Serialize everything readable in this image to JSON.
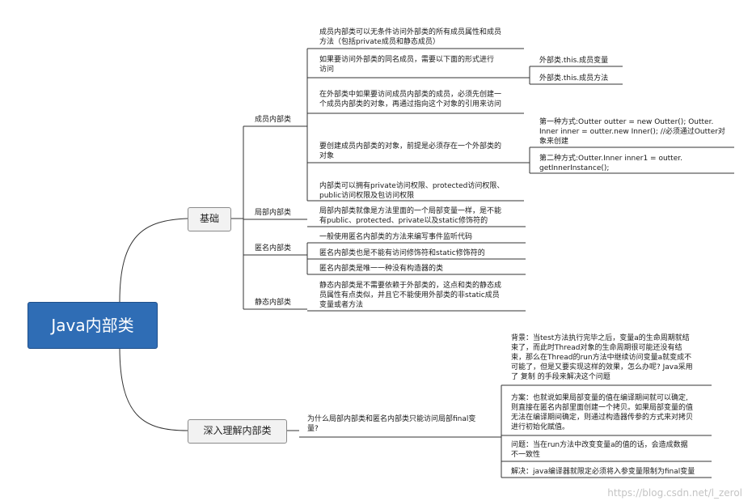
{
  "root": {
    "label": "Java内部类"
  },
  "basics": {
    "label": "基础",
    "member_inner": {
      "label": "成员内部类",
      "n1": [
        "成员内部类可以无条件访问外部类的所有成员属性和成员",
        "方法（包括private成员和静态成员）"
      ],
      "n2": [
        "如果要访问外部类的同名成员，需要以下面的形式进行",
        "访问"
      ],
      "n2a": "外部类.this.成员变量",
      "n2b": "外部类.this.成员方法",
      "n3": [
        "在外部类中如果要访问成员内部类的成员，必须先创建一",
        "个成员内部类的对象，再通过指向这个对象的引用来访问"
      ],
      "n4": [
        "要创建成员内部类的对象，前提是必须存在一个外部类的",
        "对象"
      ],
      "n4a": [
        "第一种方式:Outter outter = new Outter(); Outter.",
        "Inner inner = outter.new Inner();  //必须通过Outter对",
        "象来创建"
      ],
      "n4b": [
        "第二种方式:Outter.Inner inner1 = outter.",
        "getInnerInstance();"
      ],
      "n5": [
        "内部类可以拥有private访问权限、protected访问权限、",
        "public访问权限及包访问权限"
      ]
    },
    "local_inner": {
      "label": "局部内部类",
      "n1": [
        "局部内部类就像是方法里面的一个局部变量一样，是不能",
        "有public、protected、private以及static修饰符的"
      ]
    },
    "anon_inner": {
      "label": "匿名内部类",
      "n1": "一般使用匿名内部类的方法来编写事件监听代码",
      "n2": "匿名内部类也是不能有访问修饰符和static修饰符的",
      "n3": "匿名内部类是唯一一种没有构造器的类"
    },
    "static_inner": {
      "label": "静态内部类",
      "n1": [
        "静态内部类是不需要依赖于外部类的，这点和类的静态成",
        "员属性有点类似，并且它不能使用外部类的非static成员",
        "变量或者方法"
      ]
    }
  },
  "deep": {
    "label": "深入理解内部类",
    "question": [
      "为什么局部内部类和匿名内部类只能访问局部final变",
      "量?"
    ],
    "background": [
      "背景：当test方法执行完毕之后，变量a的生命周期就结",
      "束了，而此时Thread对象的生命周期很可能还没有结",
      "束，那么在Thread的run方法中继续访问变量a就变成不",
      "可能了，但是又要实现这样的效果，怎么办呢? Java采用",
      "了 复制  的手段来解决这个问题"
    ],
    "solution": [
      "方案：也就说如果局部变量的值在编译期间就可以确定,",
      "则直接在匿名内部里面创建一个拷贝。如果局部变量的值",
      "无法在编译期间确定，则通过构造器传参的方式来对拷贝",
      "进行初始化赋值。"
    ],
    "problem": [
      "问题：当在run方法中改变变量a的值的话，会造成数据",
      "不一致性"
    ],
    "resolve": "解决：java编译器就限定必须将入参变量限制为final变量"
  },
  "watermark": "https://blog.csdn.net/l_zerol"
}
